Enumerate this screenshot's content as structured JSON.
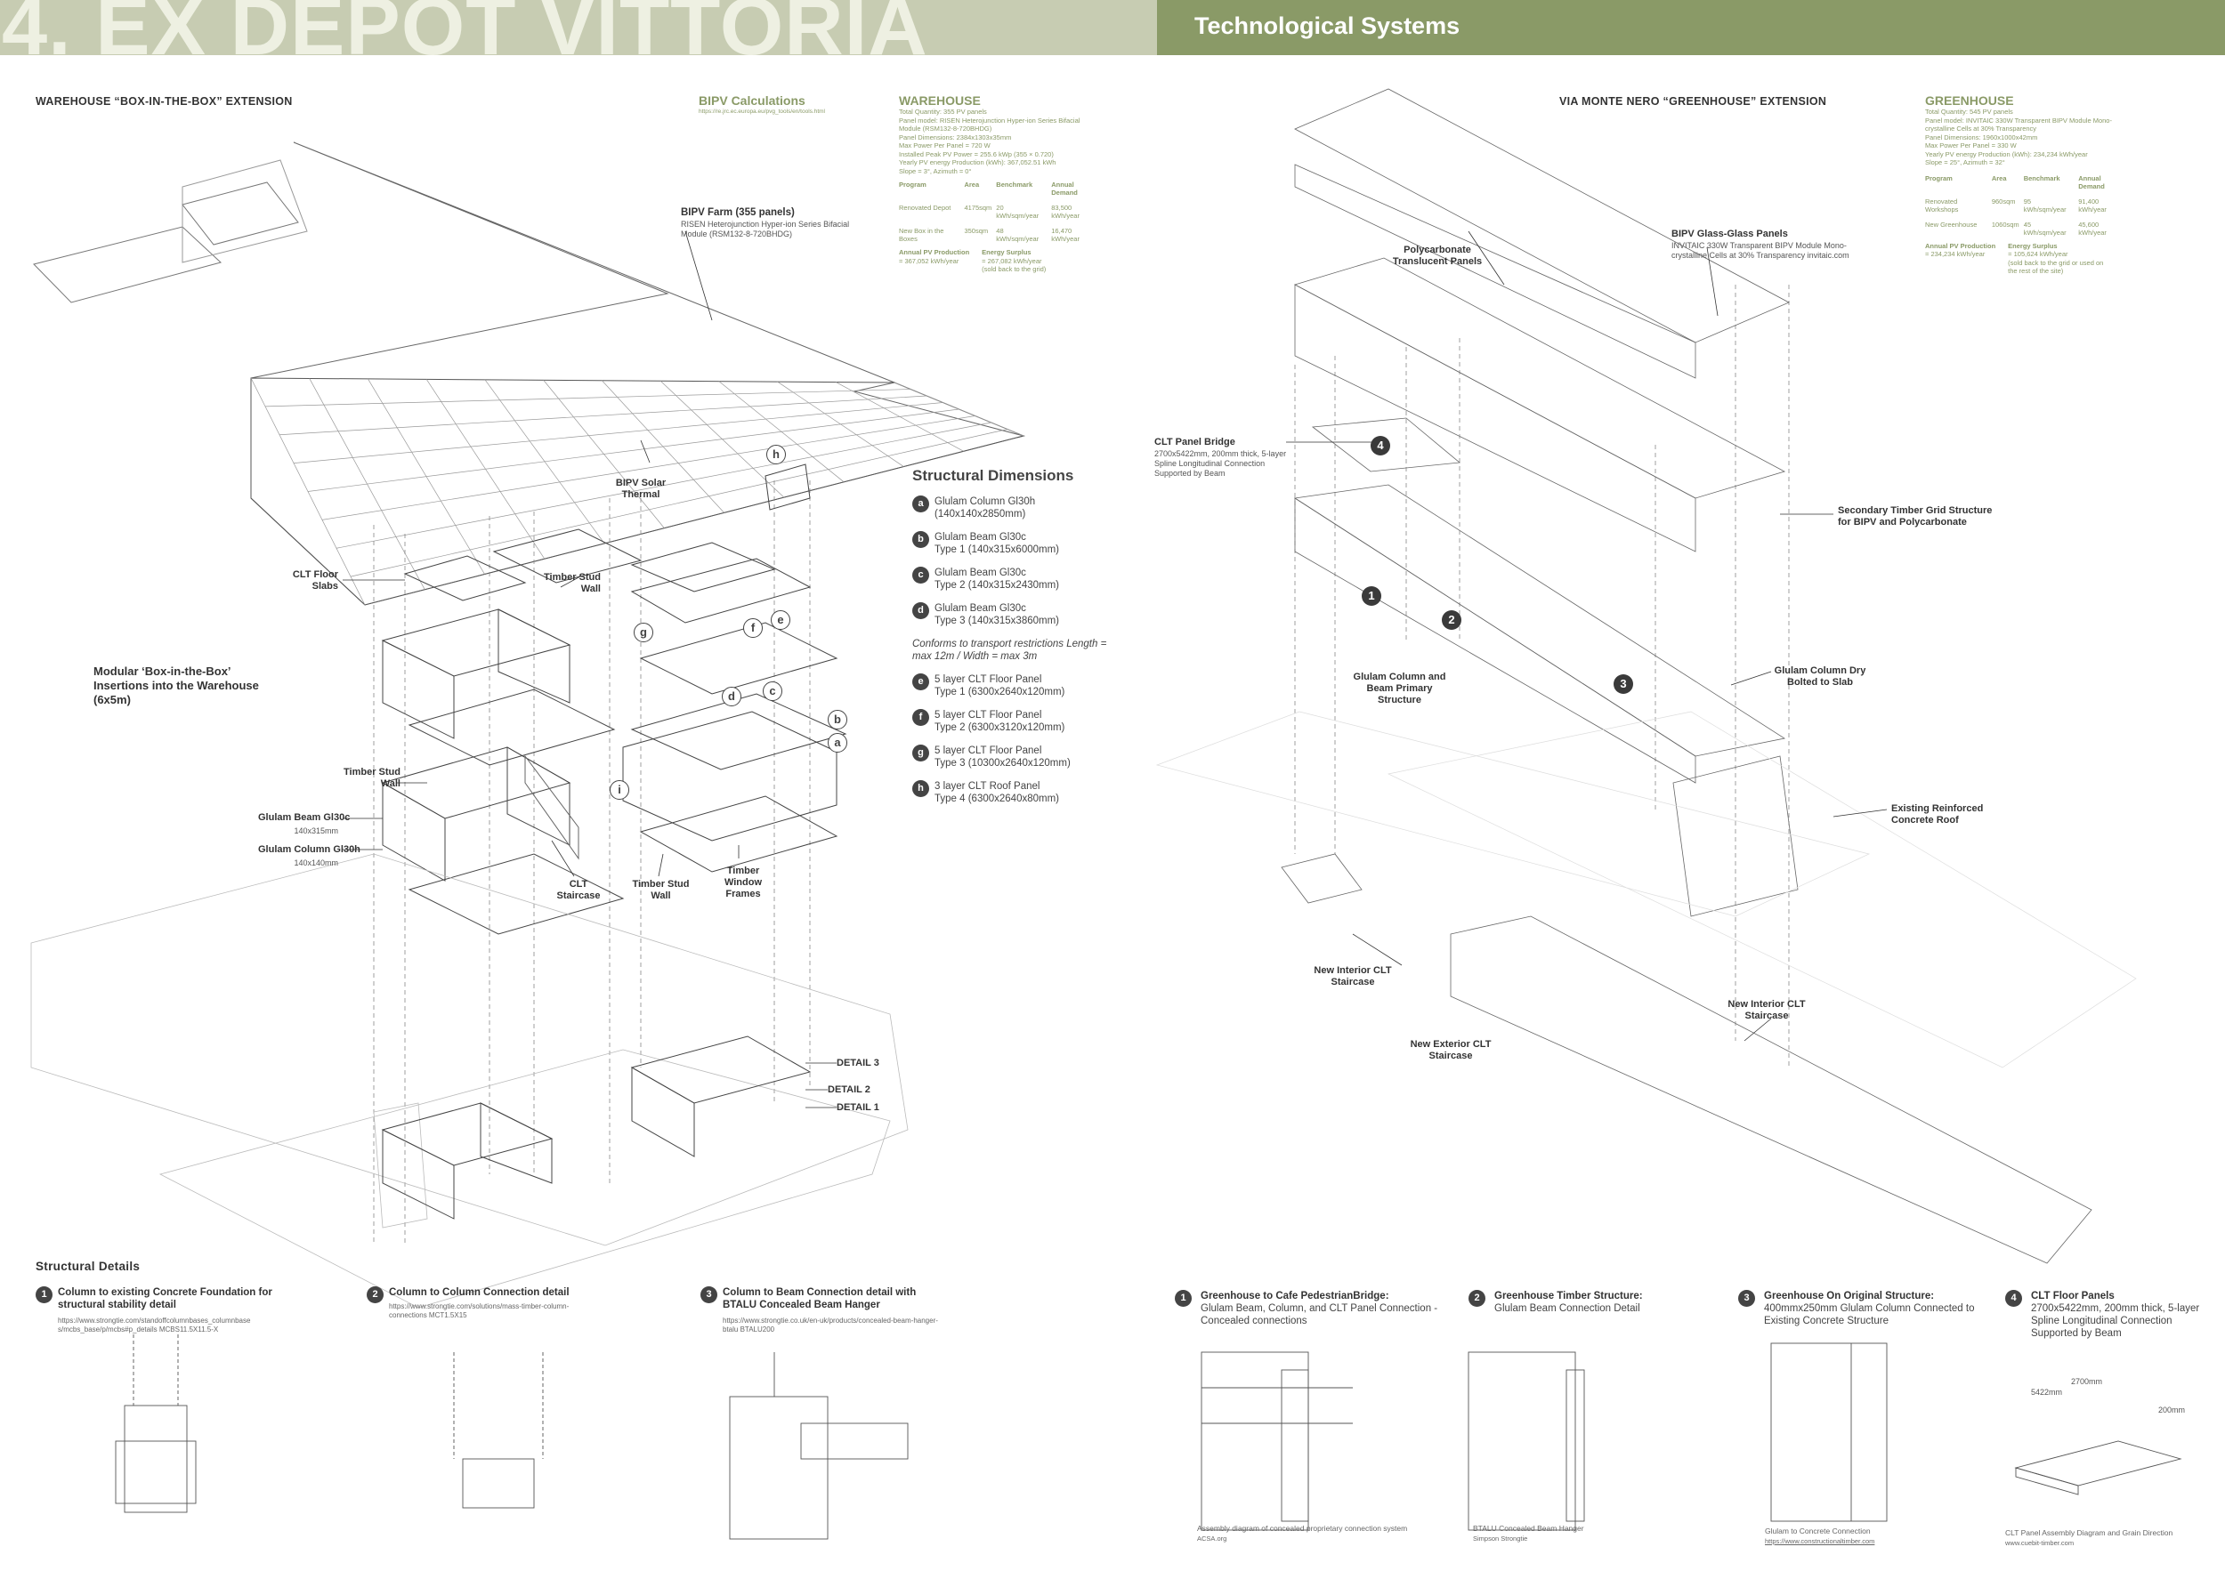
{
  "header": {
    "title": "4. EX DEPOT VITTORIA",
    "section": "Technological Systems"
  },
  "left": {
    "heading": "WAREHOUSE “BOX-IN-THE-BOX” EXTENSION",
    "bipv_farm_title": "BIPV Farm (355 panels)",
    "bipv_farm_desc": "RISEN Heterojunction Hyper-ion Series Bifacial Module (RSM132-8-720BHDG)",
    "labels": {
      "bipv_solar_thermal": "BIPV Solar Thermal",
      "clt_floor_slabs": "CLT Floor Slabs",
      "timber_stud_wall_top": "Timber Stud Wall",
      "timber_stud_wall_left": "Timber Stud Wall",
      "modular": "Modular ‘Box-in-the-Box’ Insertions into the Warehouse (6x5m)",
      "glulam_beam": "Glulam Beam Gl30c",
      "glulam_beam_dim": "140x315mm",
      "glulam_column": "Glulam Column Gl30h",
      "glulam_column_dim": "140x140mm",
      "clt_staircase": "CLT Staircase",
      "timber_stud_wall_bottom": "Timber Stud Wall",
      "timber_window_frames": "Timber Window Frames",
      "detail3": "DETAIL 3",
      "detail2": "DETAIL 2",
      "detail1": "DETAIL 1"
    },
    "letters": {
      "a": "a",
      "b": "b",
      "c": "c",
      "d": "d",
      "e": "e",
      "f": "f",
      "g": "g",
      "h": "h",
      "i": "i"
    }
  },
  "bipv_calc": {
    "title": "BIPV Calculations",
    "url": "https://re.jrc.ec.europa.eu/pvg_tools/en/tools.html"
  },
  "warehouse": {
    "title": "WAREHOUSE",
    "lines": [
      "Total Quantity: 355 PV panels",
      "Panel model: RISEN Heterojunction Hyper-ion Series Bifacial Module (RSM132-8-720BHDG)",
      "Panel Dimensions: 2384x1303x35mm",
      "Max Power Per Panel = 720 W",
      "Installed Peak PV Power = 255.6 kWp (355 × 0.720)",
      "Yearly PV energy Production (kWh): 367,052.51 kWh",
      "Slope = 3°, Azimuth = 0°"
    ],
    "table_headers": [
      "Program",
      "Area",
      "Benchmark",
      "Annual Demand"
    ],
    "rows": [
      [
        "Renovated Depot",
        "4175sqm",
        "20 kWh/sqm/year",
        "83,500 kWh/year"
      ],
      [
        "New Box in the Boxes",
        "350sqm",
        "48 kWh/sqm/year",
        "16,470 kWh/year"
      ]
    ],
    "annual_label": "Annual PV Production",
    "annual_value": "= 367,052 kWh/year",
    "surplus_label": "Energy Surplus",
    "surplus_value": "= 267,082 kWh/year",
    "surplus_note": "(sold back to the grid)"
  },
  "structural_dimensions": {
    "title": "Structural Dimensions",
    "items": [
      {
        "letter": "a",
        "text": "Glulam Column Gl30h",
        "sub": "(140x140x2850mm)"
      },
      {
        "letter": "b",
        "text": "Glulam Beam Gl30c",
        "sub": "Type 1 (140x315x6000mm)"
      },
      {
        "letter": "c",
        "text": "Glulam Beam Gl30c",
        "sub": "Type 2 (140x315x2430mm)"
      },
      {
        "letter": "d",
        "text": "Glulam Beam Gl30c",
        "sub": "Type 3 (140x315x3860mm)"
      }
    ],
    "note": "Conforms to transport restrictions Length = max 12m / Width = max 3m",
    "items2": [
      {
        "letter": "e",
        "text": "5 layer CLT Floor Panel",
        "sub": "Type 1 (6300x2640x120mm)"
      },
      {
        "letter": "f",
        "text": "5 layer CLT Floor Panel",
        "sub": "Type 2 (6300x3120x120mm)"
      },
      {
        "letter": "g",
        "text": "5 layer CLT Floor Panel",
        "sub": "Type 3 (10300x2640x120mm)"
      },
      {
        "letter": "h",
        "text": "3 layer CLT Roof Panel",
        "sub": "Type 4 (6300x2640x80mm)"
      }
    ]
  },
  "right": {
    "heading": "VIA MONTE NERO “GREENHOUSE” EXTENSION",
    "labels": {
      "polycarbonate": "Polycarbonate Translucent Panels",
      "bipv_glass_title": "BIPV Glass-Glass Panels",
      "bipv_glass_desc": "INVITAIC 330W Transparent BIPV Module Mono-crystalline Cells at 30% Transparency invitaic.com",
      "clt_bridge_title": "CLT Panel Bridge",
      "clt_bridge_desc": "2700x5422mm, 200mm thick, 5-layer Spline Longitudinal Connection Supported by Beam",
      "secondary_grid": "Secondary Timber Grid Structure for BIPV and Polycarbonate",
      "glulam_primary": "Glulam Column and Beam Primary Structure",
      "glulam_dry": "Glulam Column Dry Bolted to Slab",
      "existing_roof": "Existing Reinforced Concrete Roof",
      "new_interior_clt_left": "New Interior CLT Staircase",
      "new_interior_clt_right": "New Interior CLT Staircase",
      "new_exterior_clt": "New Exterior CLT Staircase"
    },
    "nums": {
      "n1": "1",
      "n2": "2",
      "n3": "3",
      "n4": "4"
    }
  },
  "greenhouse": {
    "title": "GREENHOUSE",
    "lines": [
      "Total Quantity: 545 PV panels",
      "Panel model: INVITAIC 330W Transparent BIPV Module Mono-crystalline Cells at 30% Transparency",
      "Panel Dimensions: 1960x1000x42mm",
      "Max Power Per Panel = 330 W",
      "Yearly PV energy Production (kWh): 234,234 kWh/year",
      "Slope = 25°, Azimuth = 32°"
    ],
    "table_headers": [
      "Program",
      "Area",
      "Benchmark",
      "Annual Demand"
    ],
    "rows": [
      [
        "Renovated Workshops",
        "960sqm",
        "95 kWh/sqm/year",
        "91,400 kWh/year"
      ],
      [
        "New Greenhouse",
        "1060sqm",
        "45 kWh/sqm/year",
        "45,600 kWh/year"
      ]
    ],
    "annual_label": "Annual PV Production",
    "annual_value": "= 234,234 kWh/year",
    "surplus_label": "Energy Surplus",
    "surplus_value": "= 105,624 kWh/year",
    "surplus_note": "(sold back to the grid or used on the rest of the site)"
  },
  "structural_details": {
    "title": "Structural Details",
    "items": [
      {
        "num": "1",
        "title": "Column to existing Concrete Foundation for structural stability detail",
        "url": "https://www.strongtie.com/standoffcolumnbases_columnbase s/mcbs_base/p/mcbs#p_details MCBS11.5X11.5-X"
      },
      {
        "num": "2",
        "title": "Column to Column Connection detail",
        "url": "https://www.strongtie.com/solutions/mass-timber-column-connections MCT1.5X15"
      },
      {
        "num": "3",
        "title": "Column to Beam Connection detail with BTALU Concealed Beam Hanger",
        "url": "https://www.strongtie.co.uk/en-uk/products/concealed-beam-hanger-btalu BTALU200"
      }
    ]
  },
  "gh_details": {
    "items": [
      {
        "num": "1",
        "title": "Greenhouse to Cafe PedestrianBridge:",
        "sub": "Glulam Beam, Column, and CLT Panel Connection - Concealed connections",
        "caption": "Assembly diagram of concealed proprietary connection system",
        "source": "ACSA.org"
      },
      {
        "num": "2",
        "title": "Greenhouse Timber Structure:",
        "sub": "Glulam Beam Connection Detail",
        "caption": "BTALU Concealed Beam Hanger",
        "source": "Simpson Strongtie"
      },
      {
        "num": "3",
        "title": "Greenhouse On Original Structure:",
        "sub": "400mmx250mm Glulam Column Connected to Existing Concrete Structure",
        "caption": "Glulam to Concrete Connection",
        "source": "https://www.constructionaltimber.com"
      },
      {
        "num": "4",
        "title": "CLT Floor Panels",
        "sub": "2700x5422mm, 200mm thick, 5-layer Spline Longitudinal Connection Supported by Beam",
        "caption": "CLT Panel Assembly Diagram and Grain Direction",
        "source": "www.cuebit-timber.com"
      }
    ],
    "dims": {
      "d1": "2700mm",
      "d2": "5422mm",
      "d3": "200mm"
    }
  },
  "colors": {
    "accent": "#8a9a67",
    "header_left": "#c7ccb2",
    "ink": "#333333"
  }
}
